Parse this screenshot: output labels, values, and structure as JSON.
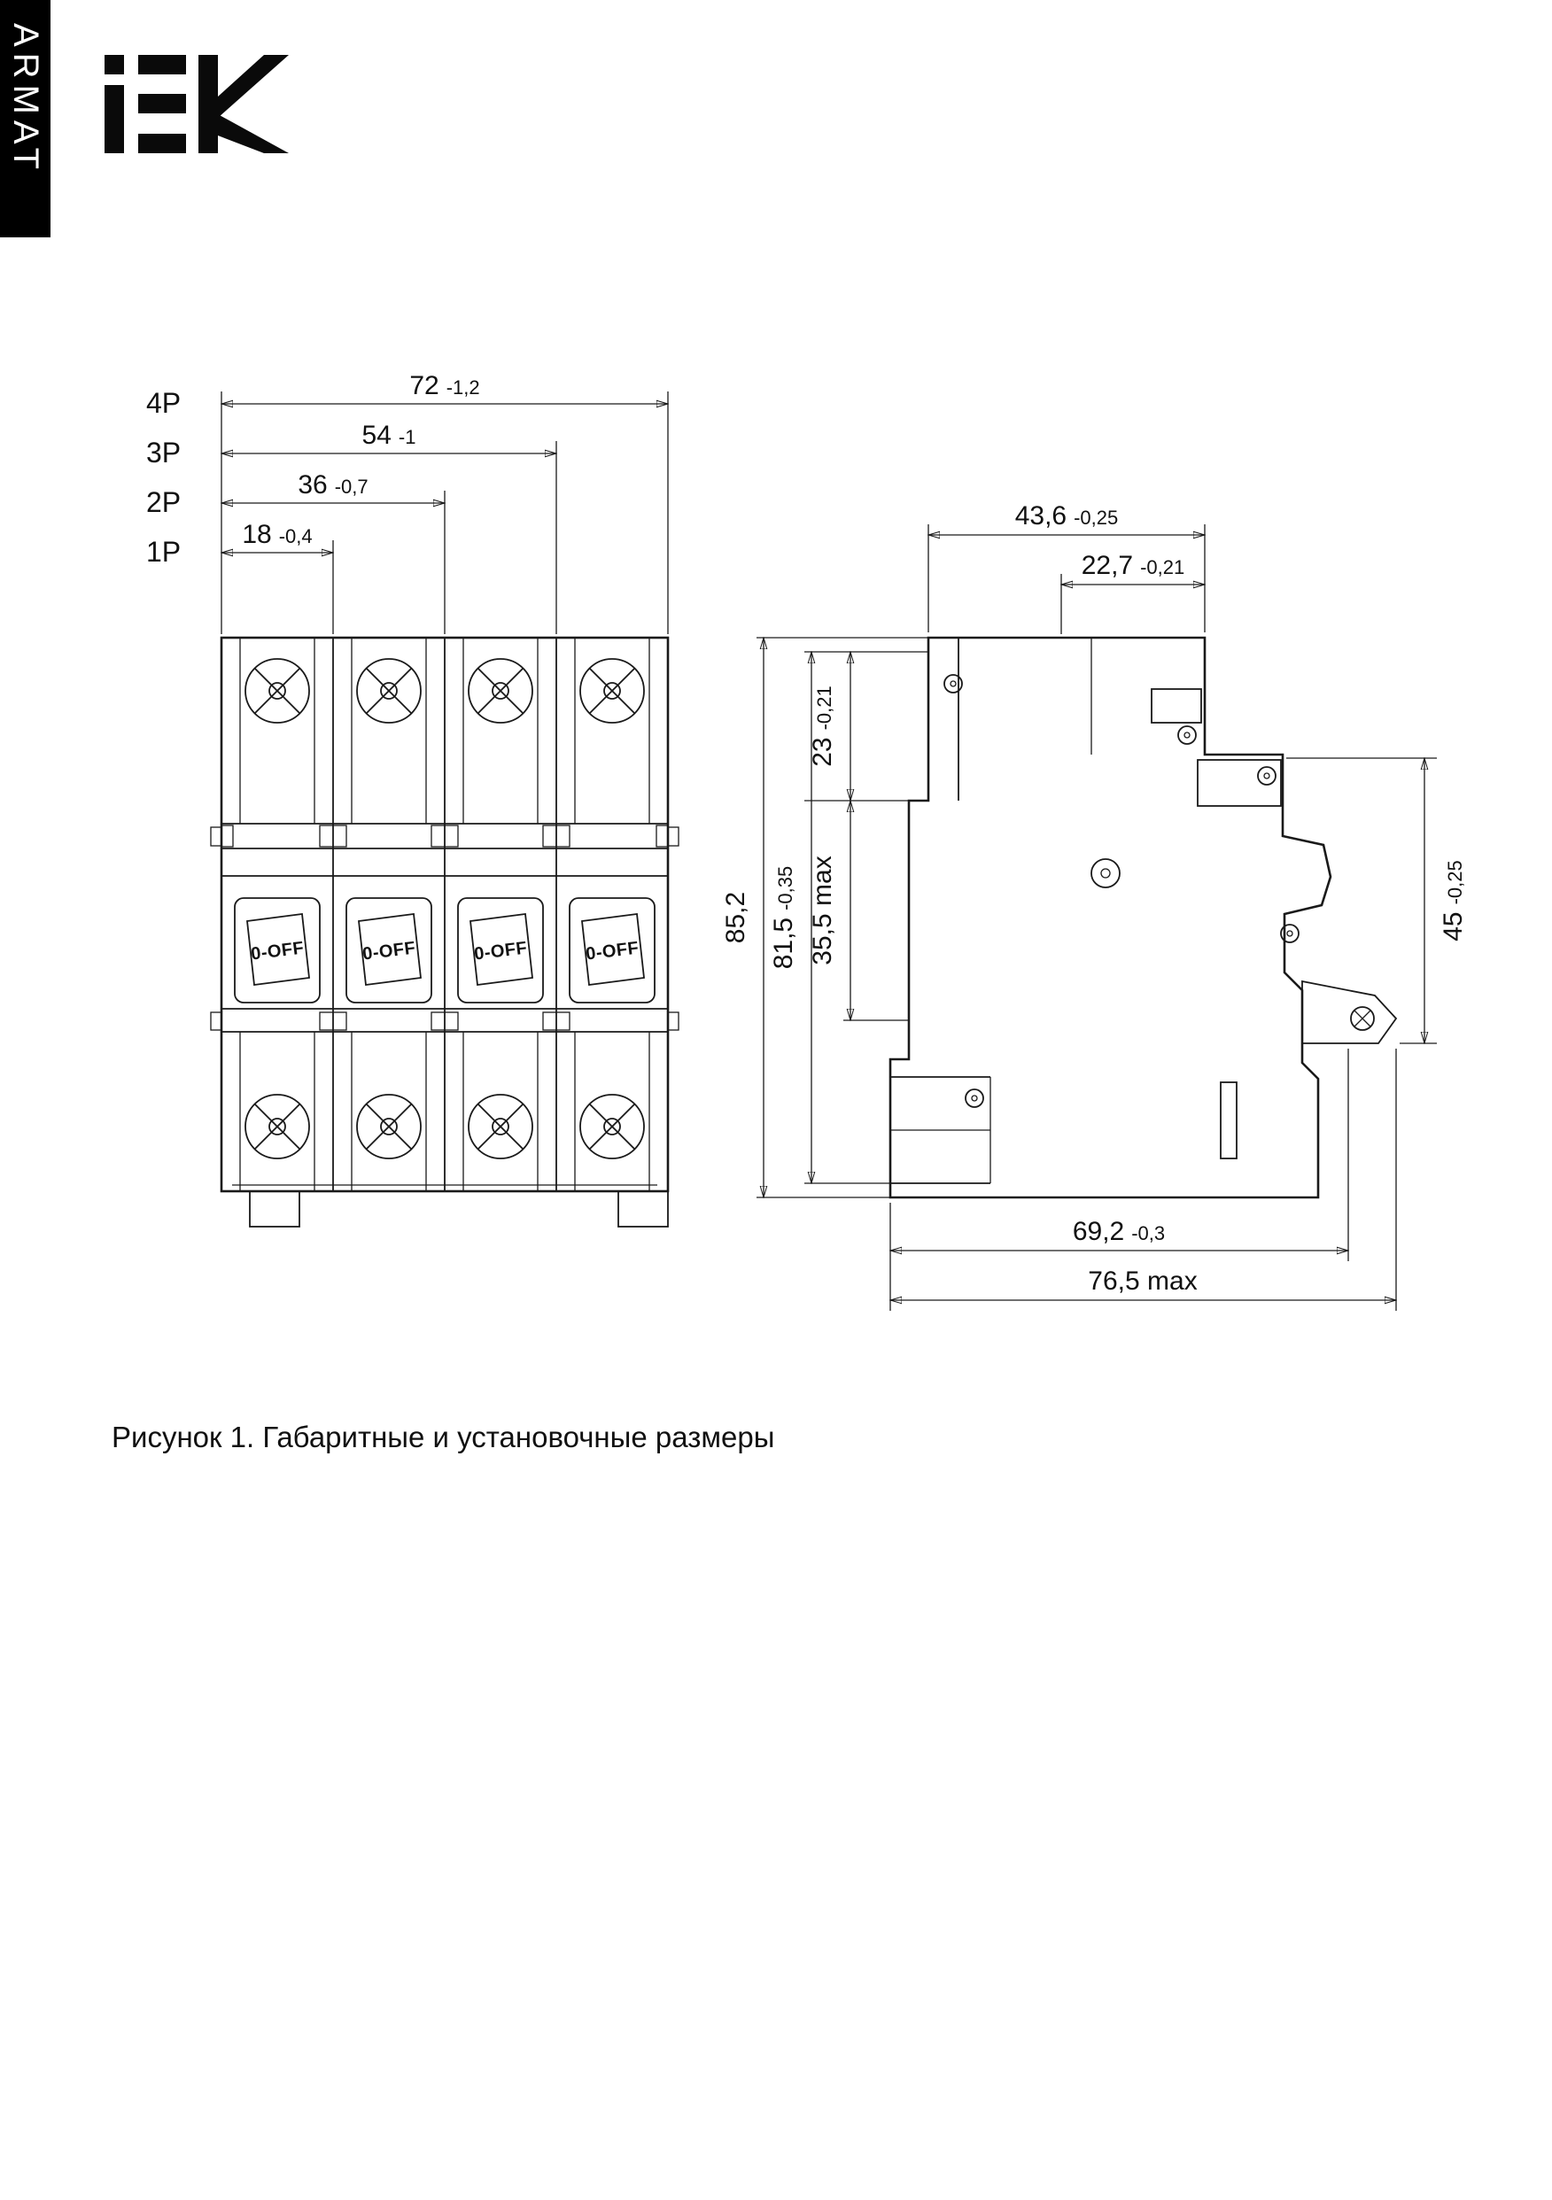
{
  "brand": {
    "logo_text": "IEK",
    "series_vertical": "ARMAT"
  },
  "caption": "Рисунок 1. Габаритные и установочные размеры",
  "colors": {
    "ink": "#1a1a1a",
    "paper": "#ffffff",
    "brand_bar": "#000000"
  },
  "front_view": {
    "poles": [
      {
        "label": "4P",
        "value": "72",
        "tol": "-1,2"
      },
      {
        "label": "3P",
        "value": "54",
        "tol": "-1"
      },
      {
        "label": "2P",
        "value": "36",
        "tol": "-0,7"
      },
      {
        "label": "1P",
        "value": "18",
        "tol": "-0,4"
      }
    ],
    "toggle_label": "0-OFF"
  },
  "side_view": {
    "dims": {
      "width_top": {
        "value": "43,6",
        "tol": "-0,25"
      },
      "width_front": {
        "value": "22,7",
        "tol": "-0,21"
      },
      "depth_top": {
        "value": "23",
        "tol": "-0,21"
      },
      "depth_mid": {
        "value": "35,5 max",
        "tol": ""
      },
      "height_body": {
        "value": "81,5",
        "tol": "-0,35"
      },
      "height_total": {
        "value": "85,2",
        "tol": ""
      },
      "rail_height": {
        "value": "45",
        "tol": "-0,25"
      },
      "mount_depth": {
        "value": "69,2",
        "tol": "-0,3"
      },
      "total_depth": {
        "value": "76,5 max",
        "tol": ""
      }
    }
  }
}
